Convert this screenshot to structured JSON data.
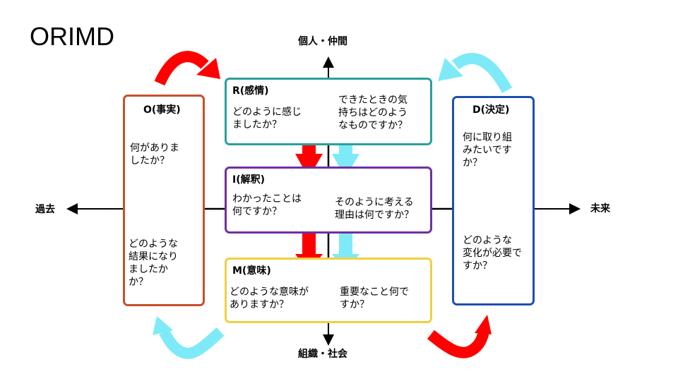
{
  "title": "ORIMD",
  "axes": {
    "top": "個人・仲間",
    "bottom": "組織・社会",
    "left": "過去",
    "right": "未来"
  },
  "colors": {
    "o_border": "#c8502a",
    "r_border": "#2aa198",
    "i_border": "#7030a0",
    "m_border": "#f0d040",
    "d_border": "#1f4fb0",
    "red_arrow": "#ff0000",
    "cyan_arrow": "#7eeaf8"
  },
  "boxes": {
    "o": {
      "heading": "O(事実)",
      "q1": "何がありま\nしたか？",
      "q2": "どのような\n結果になり\nましたか\nか？"
    },
    "r": {
      "heading": "R(感情)",
      "q1": "どのように感じ\nましたか？",
      "q2": "できたときの気\n持ちはどのよう\nなものですか？"
    },
    "i": {
      "heading": "I(解釈)",
      "q1": "わかったことは\n何ですか？",
      "q2": "そのように考える\n理由は何ですか？"
    },
    "m": {
      "heading": "M(意味)",
      "q1": "どのような意味が\nありますか？",
      "q2": "重要なこと何で\nすか？"
    },
    "d": {
      "heading": "D(決定)",
      "q1": "何に取り組\nみたいです\nか？",
      "q2": "どのような\n変化が必要で\nすか？"
    }
  }
}
